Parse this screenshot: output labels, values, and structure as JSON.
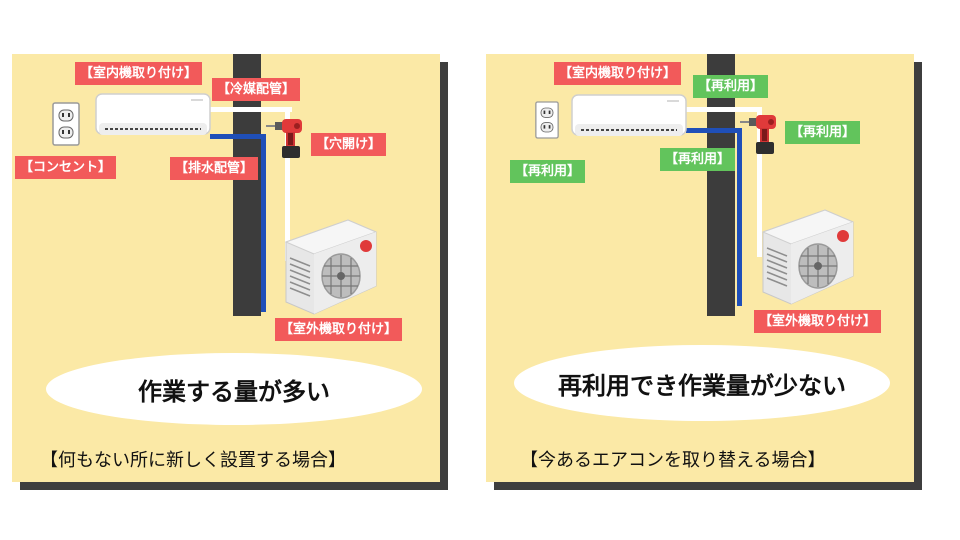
{
  "left_panel": {
    "labels": {
      "indoor_unit": "【室内機取り付け】",
      "refrigerant_pipe": "【冷媒配管】",
      "drilling": "【穴開け】",
      "outlet": "【コンセント】",
      "drain_pipe": "【排水配管】",
      "outdoor_unit": "【室外機取り付け】"
    },
    "headline": "作業する量が多い",
    "caption": "【何もない所に新しく設置する場合】"
  },
  "right_panel": {
    "labels": {
      "indoor_unit": "【室内機取り付け】",
      "reuse_pipe": "【再利用】",
      "reuse_hole": "【再利用】",
      "reuse_outlet": "【再利用】",
      "reuse_drain": "【再利用】",
      "outdoor_unit": "【室外機取り付け】"
    },
    "headline": "再利用でき作業量が少ない",
    "caption": "【今あるエアコンを取り替える場合】"
  },
  "colors": {
    "panel_bg": "#fbe9a6",
    "wall": "#3c3c3c",
    "red_tag": "#f25a5a",
    "green_tag": "#62c45c",
    "drain_pipe": "#1f4fb8",
    "refrigerant_pipe": "#ffffff"
  }
}
